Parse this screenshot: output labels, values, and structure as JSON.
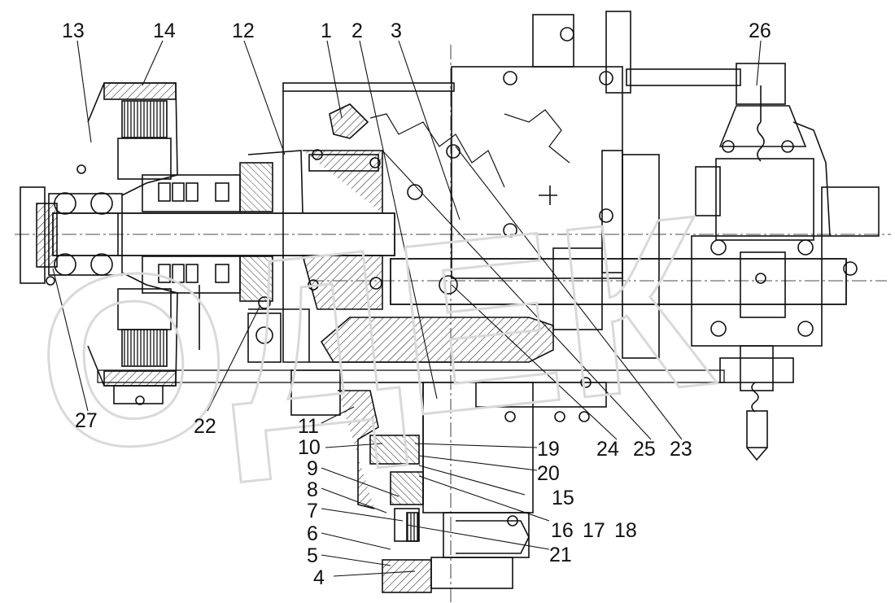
{
  "callouts": {
    "n1": "1",
    "n2": "2",
    "n3": "3",
    "n4": "4",
    "n5": "5",
    "n6": "6",
    "n7": "7",
    "n8": "8",
    "n9": "9",
    "n10": "10",
    "n11": "11",
    "n12": "12",
    "n13": "13",
    "n14": "14",
    "n15": "15",
    "n16": "16",
    "n17": "17",
    "n18": "18",
    "n19": "19",
    "n20": "20",
    "n21": "21",
    "n22": "22",
    "n23": "23",
    "n24": "24",
    "n25": "25",
    "n26": "26",
    "n27": "27"
  },
  "watermark": "ОДЕК",
  "colors": {
    "line": "#111111",
    "hatch": "#333333",
    "watermark": "#d9d9d9"
  }
}
